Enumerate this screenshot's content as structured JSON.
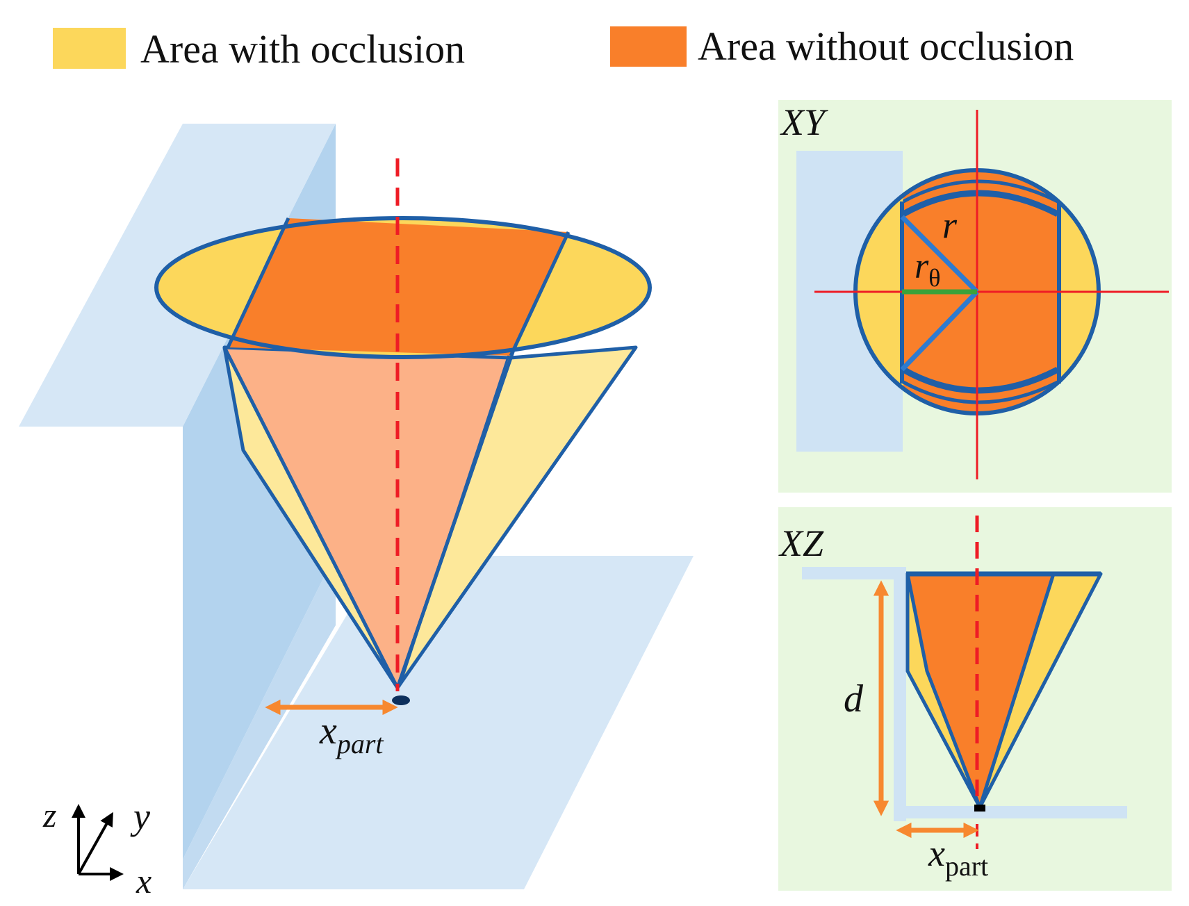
{
  "legend": {
    "items": [
      {
        "label": "Area with occlusion",
        "color": "#fcd75b"
      },
      {
        "label": "Area without occlusion",
        "color": "#f97f2a"
      }
    ]
  },
  "colors": {
    "occluded": "#fcd75b",
    "occluded_light": "#fde89a",
    "unoccluded": "#f97f2a",
    "unoccluded_light": "#fcb187",
    "outline": "#1f5fa7",
    "wall": "#cfe3f4",
    "wall_dark": "#b3d3ee",
    "panel_bg": "#e8f7df",
    "axis_red": "#ee1c25",
    "radius_blue": "#2e7bd0",
    "r_theta_green": "#3aa23a",
    "arrow": "#f7882f"
  },
  "main_view": {
    "dimension_label": "x",
    "dimension_subscript": "part",
    "axes": {
      "x": "x",
      "y": "y",
      "z": "z"
    }
  },
  "panel_xy": {
    "title": "XY",
    "r_label": "r",
    "r_theta_label": "r",
    "r_theta_subscript": "θ"
  },
  "panel_xz": {
    "title": "XZ",
    "d_label": "d",
    "dimension_label": "x",
    "dimension_subscript": "part"
  }
}
